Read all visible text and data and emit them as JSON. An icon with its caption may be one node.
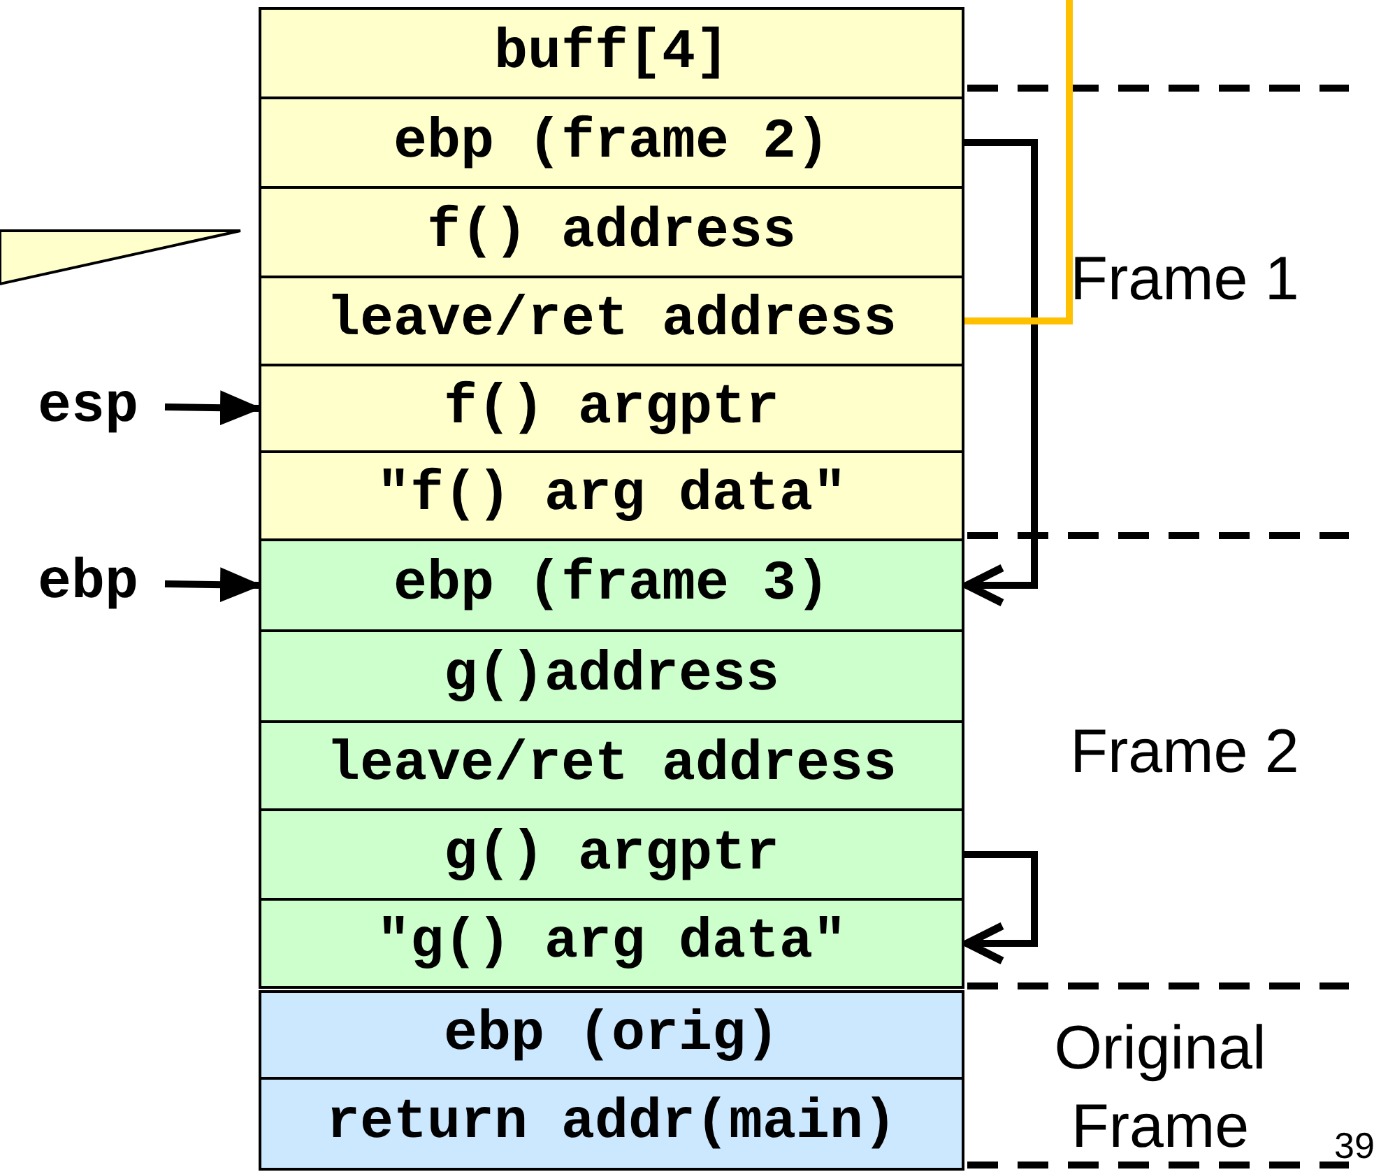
{
  "diagram": {
    "nodes": [
      {
        "text": [
          "buff[4]"
        ]
      },
      {
        "text": [
          "ebp (frame 2)"
        ]
      },
      {
        "text": [
          "f() address"
        ]
      },
      {
        "text": [
          "leave/ret address"
        ]
      },
      {
        "text": [
          "f() argptr"
        ]
      },
      {
        "text": [
          "\"f() arg data\""
        ]
      },
      {
        "text": [
          "ebp (frame 3)"
        ]
      },
      {
        "text": [
          "g()address"
        ]
      },
      {
        "text": [
          "leave/ret address"
        ]
      },
      {
        "text": [
          "g() argptr"
        ]
      },
      {
        "text": [
          "\"g() arg data\""
        ]
      },
      {
        "text": [
          "ebp (orig)"
        ]
      },
      {
        "text": [
          "return addr(main)"
        ]
      },
      {
        "text": [
          "esp"
        ]
      },
      {
        "text": [
          "ebp"
        ]
      },
      {
        "text": [],
        "shape": "callout"
      }
    ],
    "edges": [
      {
        "from": 13,
        "to": 4,
        "arrow": "to"
      },
      {
        "from": 14,
        "to": 6,
        "arrow": "to"
      },
      {
        "from": 1,
        "to": 6,
        "arrow": "to"
      },
      {
        "from": 9,
        "to": 10,
        "arrow": "to"
      },
      {
        "from": 3,
        "to": null,
        "arrow": "none",
        "color": "#ffc000"
      }
    ],
    "labels": [
      "Frame 1",
      "Frame 2",
      "Original Frame",
      "39"
    ]
  }
}
